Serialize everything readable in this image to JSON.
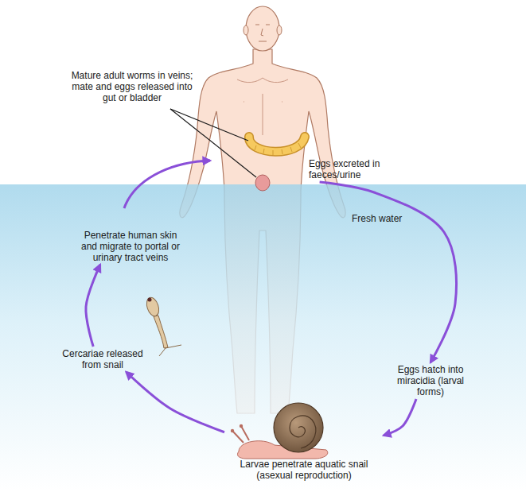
{
  "diagram": {
    "nodes": [
      {
        "text": [
          "Eggs excreted in faeces/urine"
        ]
      },
      {
        "text": [
          "Eggs hatch into miracidia (larval forms)"
        ]
      },
      {
        "text": [
          "Larvae penetrate aquatic snail (asexual reproduction)"
        ]
      },
      {
        "text": [
          "Cercariae released from snail"
        ]
      },
      {
        "text": [
          "Penetrate human skin and migrate to portal or urinary tract veins"
        ]
      }
    ],
    "edges": [
      {
        "from": 0,
        "to": 1,
        "arrow": "to"
      },
      {
        "from": 1,
        "to": 2,
        "arrow": "to"
      },
      {
        "from": 2,
        "to": 3,
        "arrow": "to"
      },
      {
        "from": 3,
        "to": 4,
        "arrow": "to"
      }
    ],
    "labels": [
      "Mature adult worms in veins; mate and eggs released into gut or bladder",
      "Fresh water"
    ]
  }
}
